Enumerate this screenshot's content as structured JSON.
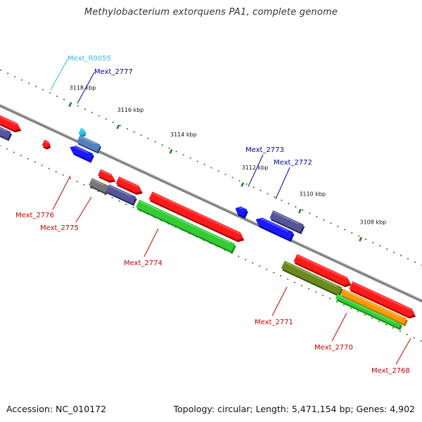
{
  "title": "Methylobacterium extorquens PA1, complete genome",
  "footer": {
    "accession": "Accession: NC_010172",
    "topology": "Topology: circular; Length: 5,471,154 bp; Genes: 4,902"
  },
  "colors": {
    "backbone": "#808080",
    "tick": "#1f7a1f",
    "label_red": "#cc0000",
    "label_blue": "#0000aa",
    "label_cyan": "#33bbdd"
  },
  "kbp_ticks": [
    {
      "text": "3118 kbp",
      "dist": 80
    },
    {
      "text": "3116 kbp",
      "dist": 155
    },
    {
      "text": "3114 kbp",
      "dist": 238
    },
    {
      "text": "3112 kbp",
      "dist": 350
    },
    {
      "text": "3110 kbp",
      "dist": 440
    },
    {
      "text": "3108 kbp",
      "dist": 535
    }
  ],
  "genes": [
    {
      "name": "Mext_R0055",
      "color": "#29c7e8"
    },
    {
      "name": "Mext_2777",
      "color": "#0000aa"
    },
    {
      "name": "Mext_2776",
      "color": "#cc0000"
    },
    {
      "name": "Mext_2775",
      "color": "#cc0000"
    },
    {
      "name": "Mext_2774",
      "color": "#cc0000"
    },
    {
      "name": "Mext_2773",
      "color": "#0000aa"
    },
    {
      "name": "Mext_2772",
      "color": "#0000aa"
    },
    {
      "name": "Mext_2771",
      "color": "#cc0000"
    },
    {
      "name": "Mext_2770",
      "color": "#cc0000"
    },
    {
      "name": "Mext_2768",
      "color": "#cc0000"
    }
  ]
}
